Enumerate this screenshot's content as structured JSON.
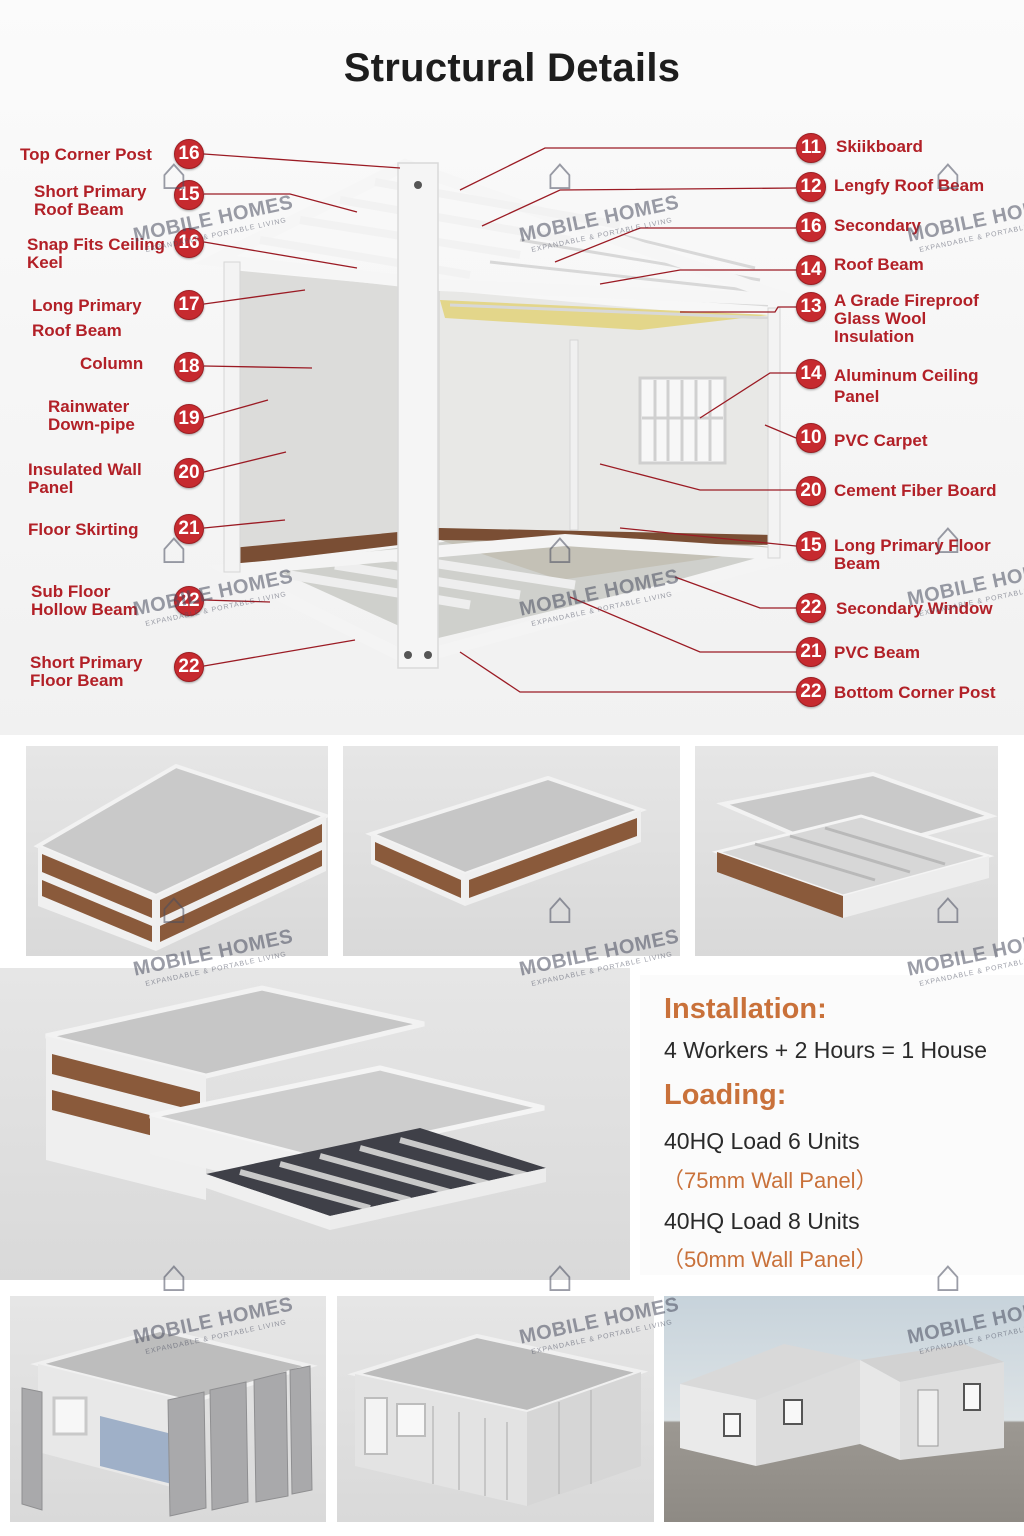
{
  "title": "Structural Details",
  "left_labels": [
    {
      "num": "16",
      "lines": [
        "Top Corner Post"
      ]
    },
    {
      "num": "15",
      "lines": [
        "Short Primary",
        "Roof Beam"
      ]
    },
    {
      "num": "16",
      "lines": [
        "Snap Fits Ceiling",
        "Keel"
      ]
    },
    {
      "num": "17",
      "lines": [
        "Long Primary",
        "Roof Beam"
      ]
    },
    {
      "num": "18",
      "lines": [
        "Column"
      ]
    },
    {
      "num": "19",
      "lines": [
        "Rainwater",
        "Down-pipe"
      ]
    },
    {
      "num": "20",
      "lines": [
        "Insulated Wall",
        "Panel"
      ]
    },
    {
      "num": "21",
      "lines": [
        "Floor Skirting"
      ]
    },
    {
      "num": "22",
      "lines": [
        "Sub Floor",
        "Hollow Beam"
      ]
    },
    {
      "num": "22",
      "lines": [
        "Short Primary",
        "Floor Beam"
      ]
    }
  ],
  "right_labels": [
    {
      "num": "11",
      "lines": [
        "Skiikboard"
      ]
    },
    {
      "num": "12",
      "lines": [
        "Lengfy Roof Beam"
      ]
    },
    {
      "num": "16",
      "lines": [
        "Secondary"
      ]
    },
    {
      "num": "14",
      "lines": [
        "Roof Beam"
      ]
    },
    {
      "num": "13",
      "lines": [
        "A Grade Fireproof",
        "Glass Wool",
        "Insulation"
      ]
    },
    {
      "num": "14",
      "lines": [
        "Aluminum Ceiling",
        "Panel"
      ]
    },
    {
      "num": "10",
      "lines": [
        "PVC Carpet"
      ]
    },
    {
      "num": "20",
      "lines": [
        "Cement Fiber Board"
      ]
    },
    {
      "num": "15",
      "lines": [
        "Long Primary Floor",
        "Beam"
      ]
    },
    {
      "num": "22",
      "lines": [
        "Secondary Window"
      ]
    },
    {
      "num": "21",
      "lines": [
        "PVC Beam"
      ]
    },
    {
      "num": "22",
      "lines": [
        "Bottom Corner Post"
      ]
    }
  ],
  "watermark": {
    "brand": "MOBILE HOMES",
    "tagline": "EXPANDABLE & PORTABLE LIVING"
  },
  "info": {
    "installation_heading": "Installation:",
    "installation_text": "4 Workers + 2 Hours = 1 House",
    "loading_heading": "Loading:",
    "load1": "40HQ Load 6 Units",
    "load1_note": "（75mm Wall Panel）",
    "load2": "40HQ Load 8 Units",
    "load2_note": "（50mm Wall Panel）"
  },
  "colors": {
    "label_red": "#b22027",
    "badge_red": "#c62a2f",
    "accent_orange": "#c9713a",
    "wood_brown": "#8a5a3b"
  }
}
